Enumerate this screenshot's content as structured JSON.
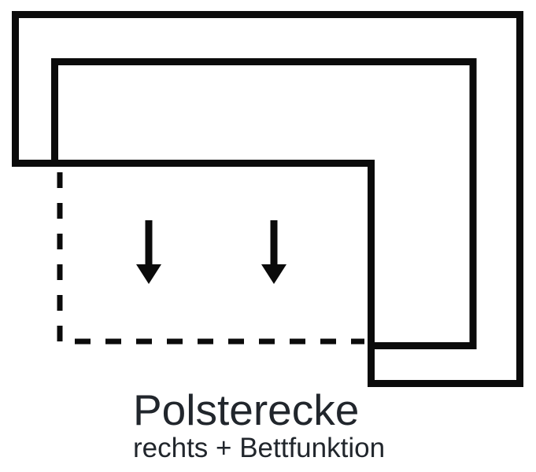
{
  "page": {
    "background_color": "#ffffff"
  },
  "diagram": {
    "kind": "corner-sofa-pictogram",
    "stroke_color": "#0b0b0b",
    "solid_outlines": 2,
    "bed_area_outline_style": "dashed",
    "icons": [
      "down-arrow-icon",
      "down-arrow-icon"
    ]
  },
  "caption": {
    "title": "Polsterecke",
    "subtitle": "rechts + Bettfunktion",
    "text_color": "#21262c"
  }
}
